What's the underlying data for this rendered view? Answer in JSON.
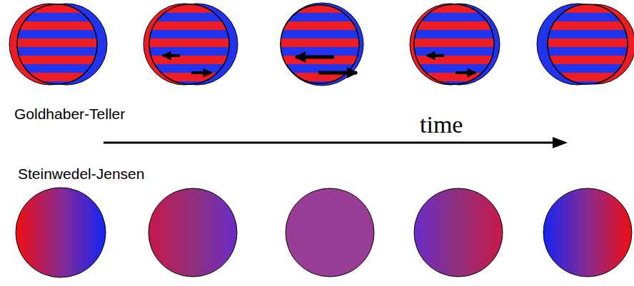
{
  "diagram": {
    "labels": [
      "Goldhaber-Teller",
      "time",
      "Steinwedel-Jensen"
    ]
  }
}
